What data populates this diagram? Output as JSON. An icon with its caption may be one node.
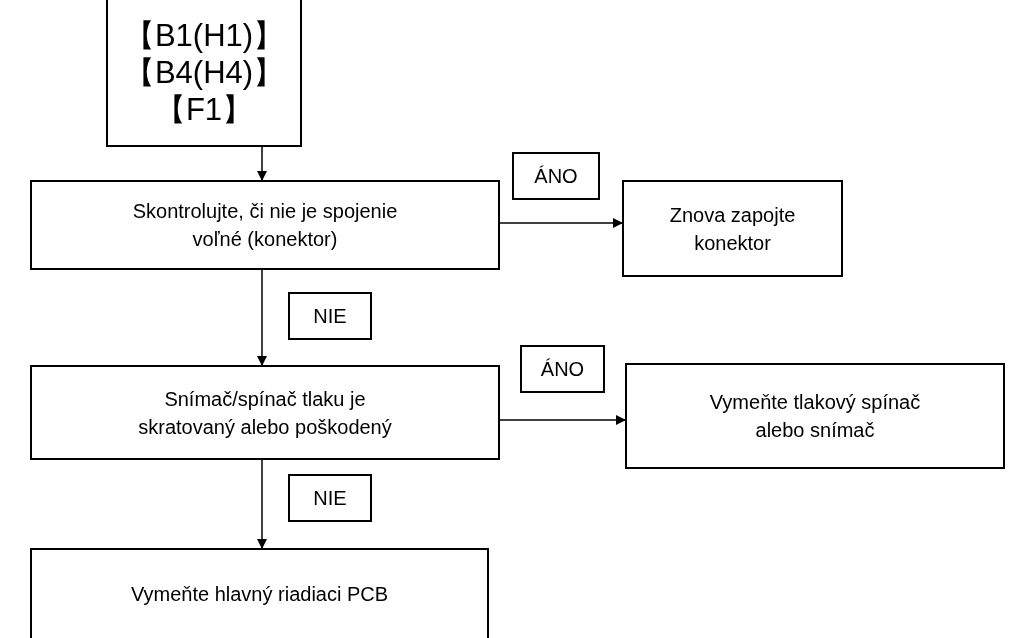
{
  "diagram": {
    "nodes": [
      {
        "text": [
          "【B1(H1)】",
          "【B4(H4)】",
          "【F1】"
        ]
      },
      {
        "text": [
          "Skontrolujte, či nie je spojenie voľné (konektor)"
        ]
      },
      {
        "text": [
          "Znova zapojte konektor"
        ]
      },
      {
        "text": [
          "Snímač/spínač tlaku je skratovaný alebo poškodený"
        ]
      },
      {
        "text": [
          "Vymeňte tlakový spínač alebo snímač"
        ]
      },
      {
        "text": [
          "Vymeňte hlavný riadiaci PCB"
        ]
      }
    ],
    "edges": [
      {
        "from": 0,
        "to": 1,
        "arrow": "to"
      },
      {
        "from": 1,
        "to": 2,
        "arrow": "to",
        "label": "ÁNO"
      },
      {
        "from": 1,
        "to": 3,
        "arrow": "to",
        "label": "NIE"
      },
      {
        "from": 3,
        "to": 4,
        "arrow": "to",
        "label": "ÁNO"
      },
      {
        "from": 3,
        "to": 5,
        "arrow": "to",
        "label": "NIE"
      }
    ]
  }
}
